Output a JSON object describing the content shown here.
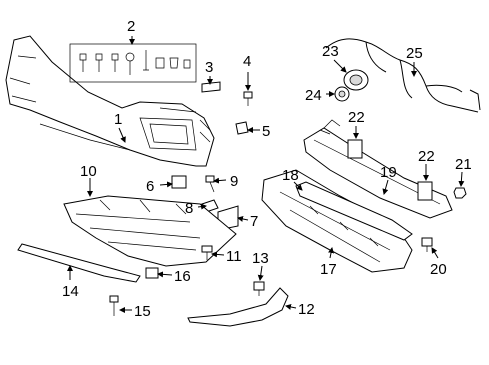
{
  "diagram": {
    "callouts": [
      "1",
      "2",
      "3",
      "4",
      "5",
      "6",
      "7",
      "8",
      "9",
      "10",
      "11",
      "12",
      "13",
      "14",
      "15",
      "16",
      "17",
      "18",
      "19",
      "20",
      "21",
      "22",
      "22",
      "23",
      "24",
      "25"
    ]
  }
}
